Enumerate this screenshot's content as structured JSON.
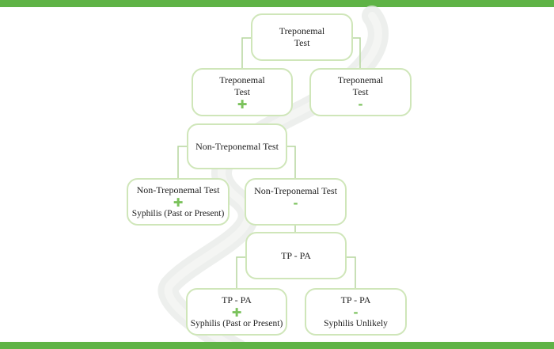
{
  "colors": {
    "accent_bar": "#5fb346",
    "node_border": "#cfe6b9",
    "connector": "#b5d69e",
    "sign": "#7bc25c"
  },
  "nodes": {
    "root": {
      "label": "Treponemal\nTest"
    },
    "trep_pos": {
      "label": "Treponemal\nTest",
      "sign": "✚"
    },
    "trep_neg": {
      "label": "Treponemal\nTest",
      "sign": "-"
    },
    "nontrep": {
      "label": "Non-Treponemal  Test"
    },
    "nontrep_pos": {
      "label": "Non-Treponemal  Test",
      "sign": "✚",
      "result": "Syphilis (Past or Present)"
    },
    "nontrep_neg": {
      "label": "Non-Treponemal  Test",
      "sign": "-"
    },
    "tppa": {
      "label": "TP - PA"
    },
    "tppa_pos": {
      "label": "TP - PA",
      "sign": "✚",
      "result": "Syphilis (Past or Present)"
    },
    "tppa_neg": {
      "label": "TP - PA",
      "sign": "-",
      "result": "Syphilis Unlikely"
    }
  }
}
